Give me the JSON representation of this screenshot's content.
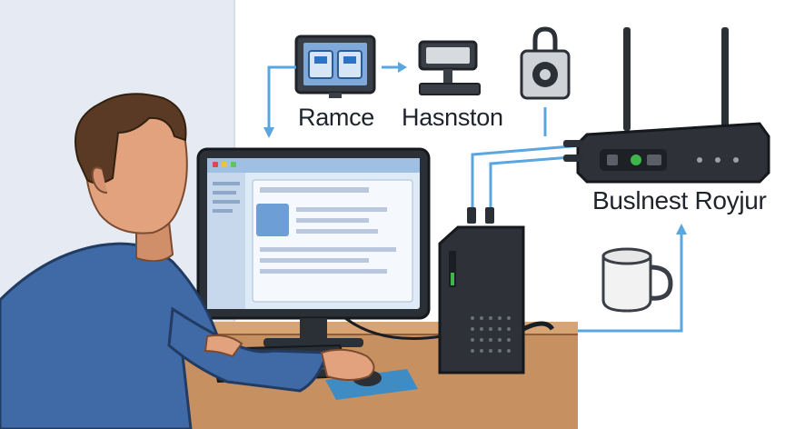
{
  "labels": {
    "remote": "Ramce",
    "host": "Hasnston",
    "router": "Buslnest Royjur"
  },
  "colors": {
    "wall": "#e6ebf3",
    "desk": "#c69061",
    "shirt": "#3f6aa6",
    "hair": "#5a3a24",
    "skin": "#e2a27d",
    "connection": "#5aa6df",
    "device": "#2b2f36",
    "router_led": "#3fb64a",
    "screen": "#dfeaf7"
  },
  "icons": [
    "monitor-icon",
    "terminal-icon",
    "padlock-camera-icon",
    "wifi-router-icon",
    "tower-server-icon",
    "coffee-mug-icon",
    "person-icon",
    "keyboard-icon",
    "mouse-icon"
  ]
}
